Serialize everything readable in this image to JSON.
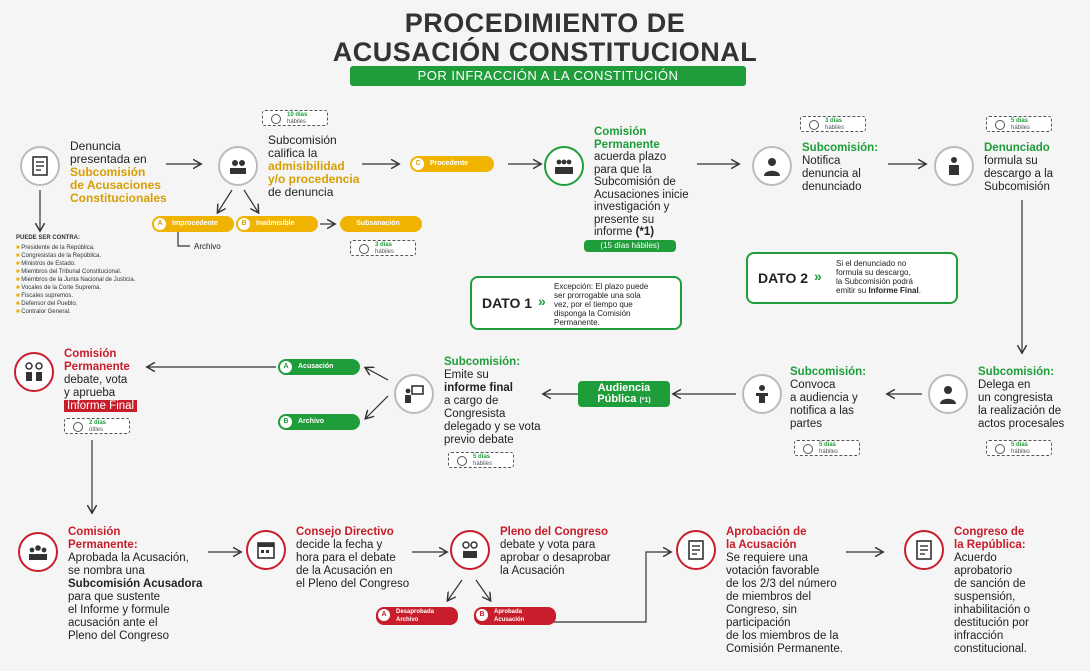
{
  "title": {
    "line1": "PROCEDIMIENTO DE",
    "line2": "ACUSACIÓN CONSTITUCIONAL",
    "subtitle": "POR INFRACCIÓN A LA CONSTITUCIÓN"
  },
  "step1": {
    "pre": "Denuncia",
    "pre2": "presentada en",
    "hl1": "Subcomisión",
    "hl2": "de Acusaciones",
    "hl3": "Constitucionales"
  },
  "contra": {
    "heading": "PUEDE SER CONTRA:",
    "items": [
      "Presidente de la República.",
      "Congresistas de la República.",
      "Ministros de Estado.",
      "Miembros del Tribunal Constitucional.",
      "Miembros de la Junta Nacional de Justicia.",
      "Vocales de la Corte Suprema.",
      "Fiscales supremos.",
      "Defensor del Pueblo.",
      "Contralor General."
    ]
  },
  "step2": {
    "l1": "Subcomisión",
    "l2": "califica la",
    "hl1": "admisibilidad",
    "hl2": "y/o procedencia",
    "l3": "de denuncia",
    "days": "10 días",
    "unit": "hábiles"
  },
  "improcedente": {
    "letter": "A",
    "label": "Improcedente",
    "archivo": "Archivo"
  },
  "inadmisible": {
    "letter": "B",
    "label": "Inadmisible"
  },
  "subsanacion": {
    "label": "Subsanación",
    "days": "3 días",
    "unit": "hábiles"
  },
  "procedente": {
    "letter": "C",
    "label": "Procedente"
  },
  "step3": {
    "hl1": "Comisión",
    "hl2": "Permanente",
    "l1": "acuerda plazo",
    "l2": "para que la",
    "l3": "Subcomisión de",
    "l4": "Acusaciones inicie",
    "l5": "investigación y",
    "l6": "presente su",
    "l7": "informe",
    "note": "(*1)",
    "bar": "(15 días hábiles)"
  },
  "step4": {
    "hl": "Subcomisión:",
    "l1": "Notifica",
    "l2": "denuncia al",
    "l3": "denunciado",
    "days": "3 días",
    "unit": "hábiles"
  },
  "step5": {
    "hl": "Denunciado",
    "l1": "formula su",
    "l2": "descargo a la",
    "l3": "Subcomisión",
    "days": "5 días",
    "unit": "hábiles"
  },
  "dato1": {
    "label": "DATO 1",
    "arrow": "»",
    "l1": "Excepción: El plazo puede",
    "l2": "ser prorrogable una sola",
    "l3": "vez, por el tiempo que",
    "l4": "disponga la Comisión",
    "l5": "Permanente."
  },
  "dato2": {
    "label": "DATO 2",
    "arrow": "»",
    "l1": "Si el denunciado no",
    "l2": "formula su descargo,",
    "l3": "la Subcomisión podrá",
    "l4": "emitir su",
    "l5": "Informe Final",
    "l6": "."
  },
  "step6": {
    "hl": "Subcomisión:",
    "l1": "Delega en",
    "l2": "un congresista",
    "l3": "la realización de",
    "l4": "actos procesales",
    "days": "5 días",
    "unit": "hábiles"
  },
  "step7": {
    "hl": "Subcomisión:",
    "l1": "Convoca",
    "l2": "a audiencia y",
    "l3": "notifica a las",
    "l4": "partes",
    "days": "5 días",
    "unit": "hábiles"
  },
  "audiencia": {
    "l1": "Audiencia",
    "l2": "Pública",
    "note": "(*1)"
  },
  "step8": {
    "hl": "Subcomisión:",
    "l1": "Emite su",
    "hl2": "informe final",
    "l2": "a cargo de",
    "l3": "Congresista",
    "l4": "delegado y se vota",
    "l5": "previo debate",
    "days": "5 días",
    "unit": "hábiles"
  },
  "acusacion": {
    "letter": "A",
    "label": "Acusación"
  },
  "archivo2": {
    "letter": "B",
    "label": "Archivo"
  },
  "step9": {
    "hl1": "Comisión",
    "hl2": "Permanente",
    "l1": "debate, vota",
    "l2": "y aprueba",
    "hl3": "Informe Final",
    "days": "2 días",
    "unit": "útiles"
  },
  "step10": {
    "hl1": "Comisión",
    "hl2": "Permanente:",
    "l1": "Aprobada la Acusación,",
    "l2": "se nombra una",
    "b1": "Subcomisión Acusadora",
    "l3": "para que sustente",
    "l4": "el Informe y formule",
    "l5": "acusación ante el",
    "l6": "Pleno del Congreso"
  },
  "step11": {
    "hl": "Consejo Directivo",
    "l1": "decide la fecha y",
    "l2": "hora para el debate",
    "l3": "de la Acusación en",
    "l4": "el Pleno del Congreso"
  },
  "step12": {
    "hl": "Pleno del Congreso",
    "l1": "debate y vota para",
    "l2": "aprobar o desaprobar",
    "l3": "la Acusación"
  },
  "desaprobada": {
    "letter": "A",
    "l1": "Desaprobada",
    "l2": "Archivo"
  },
  "aprobada": {
    "letter": "B",
    "l1": "Aprobada",
    "l2": "Acusación"
  },
  "step13": {
    "hl1": "Aprobación de",
    "hl2": "la Acusación",
    "l1": "Se requiere una",
    "l2": "votación favorable",
    "l3": "de los 2/3 del número",
    "l4": "de miembros del",
    "l5": "Congreso, sin",
    "l6": "participación",
    "l7": "de los miembros de la",
    "l8": "Comisión Permanente."
  },
  "step14": {
    "hl1": "Congreso de",
    "hl2": "la República:",
    "l1": "Acuerdo",
    "l2": "aprobatorio",
    "l3": "de sanción de",
    "l4": "suspensión,",
    "l5": "inhabilitación o",
    "l6": "destitución por",
    "l7": "infracción",
    "l8": "constitucional."
  },
  "colors": {
    "green": "#1f9d3a",
    "red": "#c81e2b",
    "yellow": "#f0b400"
  }
}
